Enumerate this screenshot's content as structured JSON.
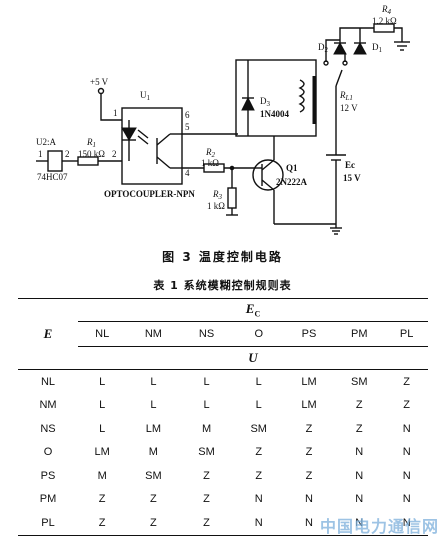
{
  "circuit": {
    "u2_label": "U2:A",
    "u2_pin1": "1",
    "u2_pin2": "2",
    "u2_part": "74HC07",
    "r1_label": "R1",
    "r1_value": "150 kΩ",
    "opto_in_pin": "2",
    "vcc_label": "+5 V",
    "u1_label": "U1",
    "opto_pin1": "1",
    "opto_pin6": "6",
    "opto_pin5": "5",
    "opto_pin4": "4",
    "opto_part": "OPTOCOUPLER-NPN",
    "r2_label": "R2",
    "r2_value": "1 kΩ",
    "r3_label": "R3",
    "r3_value": "1 kΩ",
    "d3_label": "D3",
    "d3_part": "1N4004",
    "q1_label": "Q1",
    "q1_part": "2N222A",
    "r4_label": "R4",
    "r4_value": "1.2 kΩ",
    "d2_label": "D2",
    "d1_label": "D1",
    "rl1_label": "RL1",
    "rl1_value": "12 V",
    "ec_label": "Ec",
    "ec_value": "15 V"
  },
  "figure_caption": "图 3   温度控制电路",
  "table_caption": "表 1   系统模糊控制规则表",
  "table": {
    "row_header": "E",
    "ec_header": "E",
    "ec_sub": "C",
    "u_header": "U",
    "columns": [
      "NL",
      "NM",
      "NS",
      "O",
      "PS",
      "PM",
      "PL"
    ],
    "rows": [
      {
        "label": "NL",
        "cells": [
          "L",
          "L",
          "L",
          "L",
          "LM",
          "SM",
          "Z"
        ]
      },
      {
        "label": "NM",
        "cells": [
          "L",
          "L",
          "L",
          "L",
          "LM",
          "Z",
          "Z"
        ]
      },
      {
        "label": "NS",
        "cells": [
          "L",
          "LM",
          "M",
          "SM",
          "Z",
          "Z",
          "N"
        ]
      },
      {
        "label": "O",
        "cells": [
          "LM",
          "M",
          "SM",
          "Z",
          "Z",
          "N",
          "N"
        ]
      },
      {
        "label": "PS",
        "cells": [
          "M",
          "SM",
          "Z",
          "Z",
          "Z",
          "N",
          "N"
        ]
      },
      {
        "label": "PM",
        "cells": [
          "Z",
          "Z",
          "Z",
          "N",
          "N",
          "N",
          "N"
        ]
      },
      {
        "label": "PL",
        "cells": [
          "Z",
          "Z",
          "Z",
          "N",
          "N",
          "N",
          "N"
        ]
      }
    ]
  },
  "watermark": "中国电力通信网"
}
